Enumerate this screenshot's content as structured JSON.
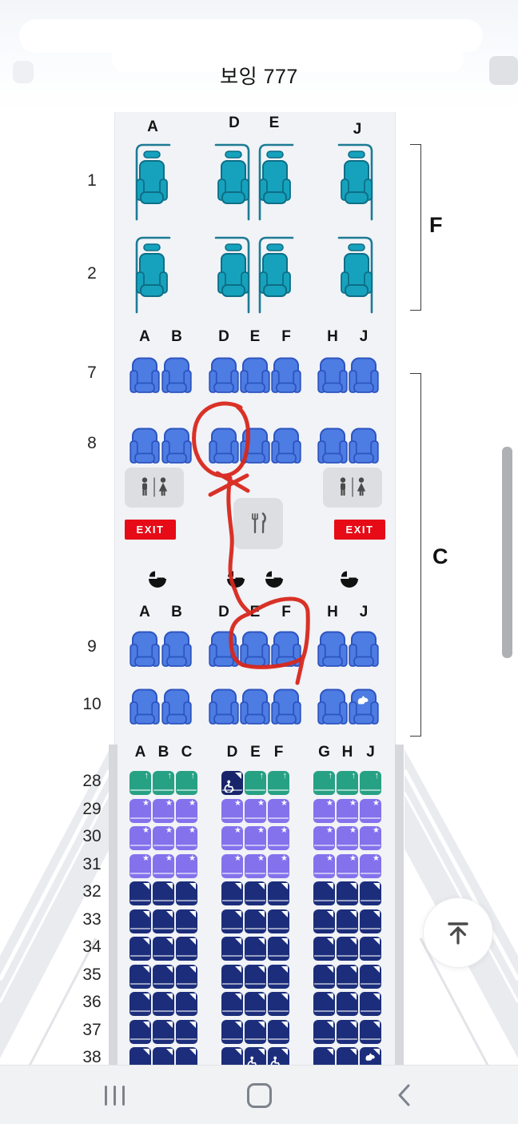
{
  "header": {
    "title": "보잉 777"
  },
  "seat_map": {
    "first": {
      "section_code": "F",
      "column_labels": [
        "A",
        "D",
        "E",
        "J"
      ],
      "row_labels": [
        "1",
        "2"
      ]
    },
    "business": {
      "section_code": "C",
      "column_labels": [
        "A",
        "B",
        "D",
        "E",
        "F",
        "H",
        "J"
      ],
      "row_labels": [
        "7",
        "8",
        "9",
        "10"
      ],
      "pet_seat": "10J"
    },
    "facilities": {
      "exit_label": "EXIT",
      "lavatory_count": 2,
      "galley_icon": "fork-knife",
      "bassinet_count": 4
    },
    "economy": {
      "column_labels": [
        "A",
        "B",
        "C",
        "D",
        "E",
        "F",
        "G",
        "H",
        "J"
      ],
      "rows": [
        {
          "label": "28",
          "seat_type": "front",
          "specials": {
            "D": "wheelchair-dark"
          }
        },
        {
          "label": "29",
          "seat_type": "preferred"
        },
        {
          "label": "30",
          "seat_type": "preferred"
        },
        {
          "label": "31",
          "seat_type": "preferred"
        },
        {
          "label": "32",
          "seat_type": "standard"
        },
        {
          "label": "33",
          "seat_type": "standard"
        },
        {
          "label": "34",
          "seat_type": "standard"
        },
        {
          "label": "35",
          "seat_type": "standard"
        },
        {
          "label": "36",
          "seat_type": "standard"
        },
        {
          "label": "37",
          "seat_type": "standard"
        },
        {
          "label": "38",
          "seat_type": "standard",
          "specials": {
            "E": "wheelchair",
            "F": "wheelchair",
            "J": "pet"
          }
        }
      ],
      "badges": {
        "front": "↑",
        "preferred": "★"
      }
    },
    "colors": {
      "first_seat": "#16a2bd",
      "first_outline": "#0e6e86",
      "first_shell": "#1d7b94",
      "business_seat": "#4d7ce2",
      "business_outline": "#2d54c0",
      "economy_front": "#27a183",
      "economy_preferred": "#8471ec",
      "economy_standard": "#1c2e7b",
      "exit_red": "#e60b16"
    }
  },
  "annotation": {
    "color": "#d8271c",
    "marks": [
      "circle around seat 8D",
      "x mark",
      "connecting line",
      "circle around seats 9E and 9F"
    ],
    "circled_seats": [
      "8D",
      "9E",
      "9F"
    ]
  },
  "floating_button": {
    "icon": "scroll-to-top"
  },
  "nav_bar": {
    "items": [
      {
        "icon": "recents"
      },
      {
        "icon": "home"
      },
      {
        "icon": "back"
      }
    ]
  }
}
